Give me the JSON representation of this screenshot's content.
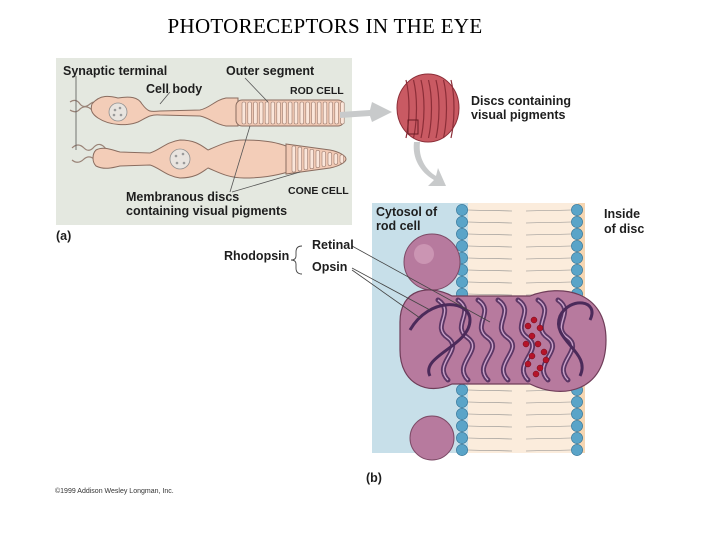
{
  "title": "PHOTORECEPTORS IN THE EYE",
  "panel_a": {
    "label": "(a)",
    "synaptic_terminal": "Synaptic terminal",
    "outer_segment": "Outer segment",
    "cell_body": "Cell body",
    "rod_cell": "ROD CELL",
    "cone_cell": "CONE CELL",
    "membranous_discs_line1": "Membranous discs",
    "membranous_discs_line2": "containing visual pigments",
    "discs_line1": "Discs containing",
    "discs_line2": "visual pigments"
  },
  "panel_b": {
    "label": "(b)",
    "cytosol_line1": "Cytosol of",
    "cytosol_line2": "rod cell",
    "inside_line1": "Inside",
    "inside_line2": "of disc",
    "rhodopsin": "Rhodopsin",
    "retinal": "Retinal",
    "opsin": "Opsin"
  },
  "credit": "©1999 Addison Wesley Longman, Inc.",
  "colors": {
    "panel_a_bg": "#e4e8e0",
    "cell_fill": "#f3cdb8",
    "disc_fill": "#d8707a",
    "membrane_blue": "#5aa4c8",
    "cytosol_bg": "#c7dfe9",
    "inside_bg": "#f6d6b2",
    "protein": "#b77a9e",
    "retinal": "#b5142a",
    "arrow_gray": "#c8cacb"
  }
}
